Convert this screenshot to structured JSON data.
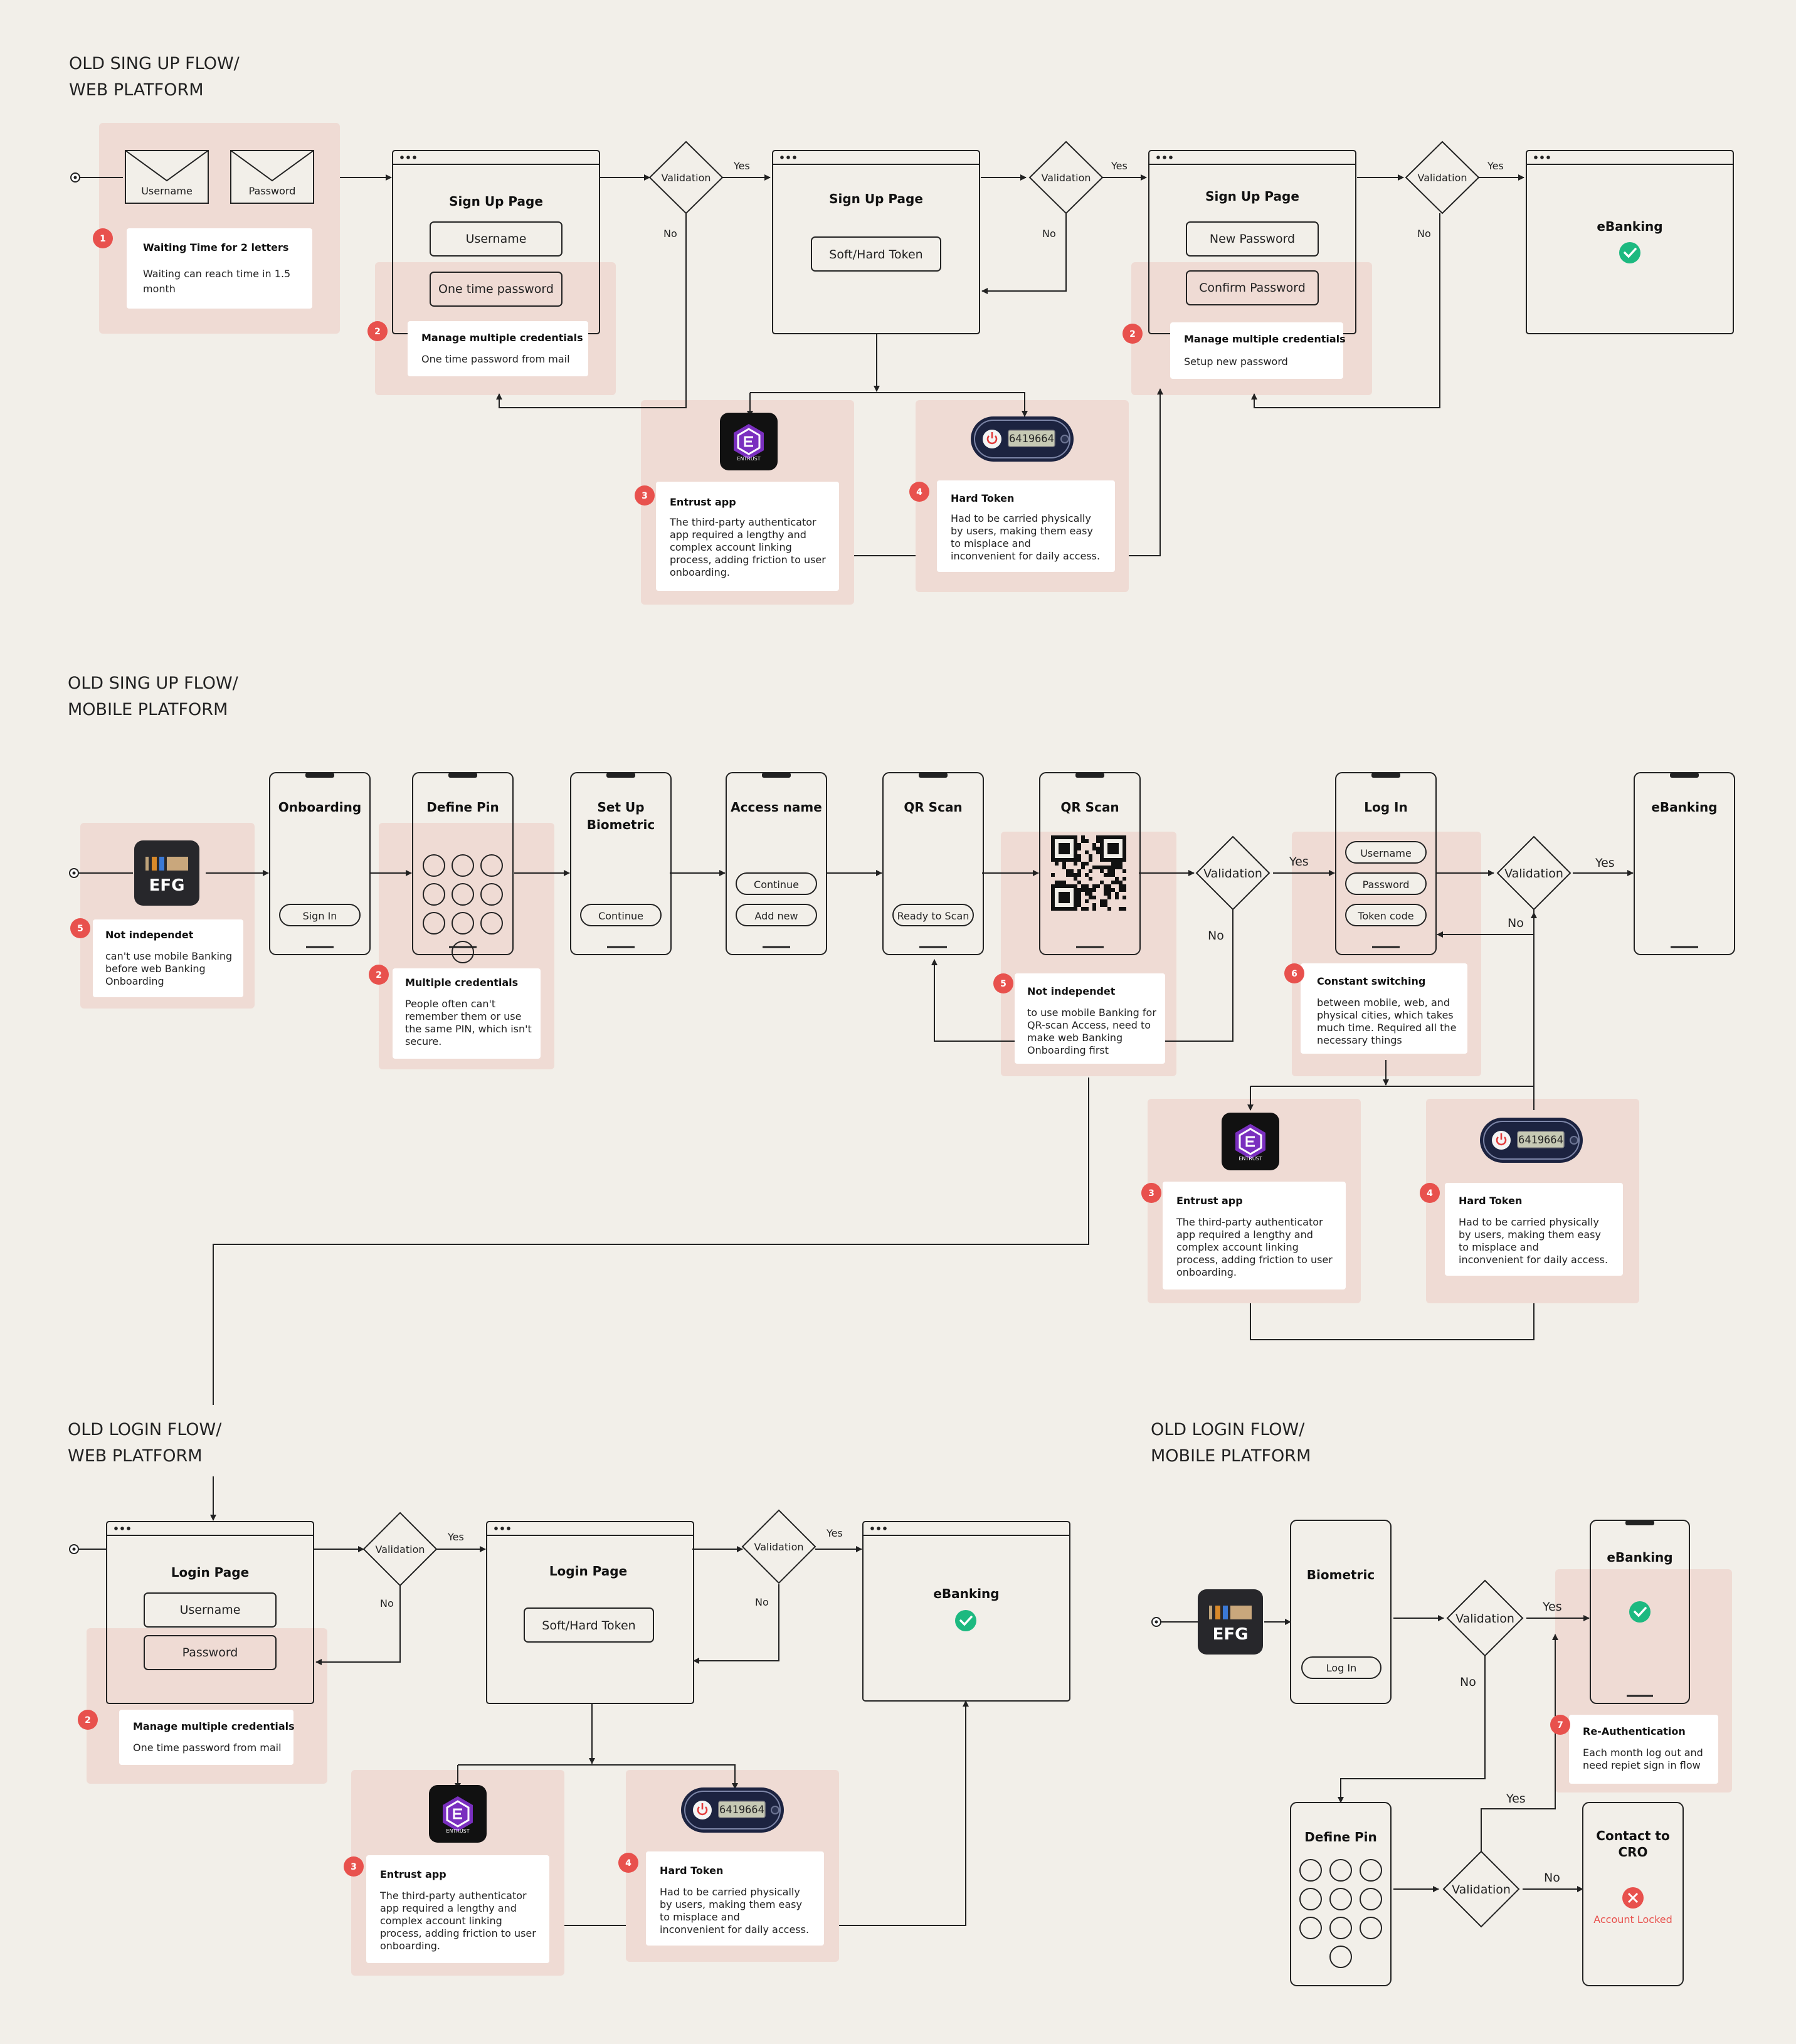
{
  "sections": {
    "web_signup": {
      "line1": "OLD SING UP FLOW/",
      "line2": "WEB PLATFORM"
    },
    "mobile_signup": {
      "line1": "OLD SING UP FLOW/",
      "line2": "MOBILE PLATFORM"
    },
    "web_login": {
      "line1": "OLD LOGIN FLOW/",
      "line2": "WEB PLATFORM"
    },
    "mobile_login": {
      "line1": "OLD LOGIN FLOW/",
      "line2": "MOBILE PLATFORM"
    }
  },
  "web_signup": {
    "envelopes": [
      "Username",
      "Password"
    ],
    "signup1": {
      "title": "Sign Up Page",
      "fields": [
        "Username",
        "One time password"
      ]
    },
    "signup2": {
      "title": "Sign Up Page",
      "fields": [
        "Soft/Hard Token"
      ]
    },
    "signup3": {
      "title": "Sign Up Page",
      "fields": [
        "New Password",
        "Confirm Password"
      ]
    },
    "ebanking": "eBanking",
    "decisions": [
      {
        "label": "Validation",
        "yes": "Yes",
        "no": "No"
      },
      {
        "label": "Validation",
        "yes": "Yes",
        "no": "No"
      },
      {
        "label": "Validation",
        "yes": "Yes",
        "no": "No"
      }
    ]
  },
  "mobile_signup": {
    "phones": [
      {
        "title": "Onboarding",
        "buttons": [
          "Sign In"
        ]
      },
      {
        "title": "Define Pin",
        "buttons": []
      },
      {
        "title": "Set Up Biometric",
        "buttons": [
          "Continue"
        ]
      },
      {
        "title": "Access name",
        "buttons": [
          "Continue",
          "Add new"
        ]
      },
      {
        "title": "QR Scan",
        "buttons": [
          "Ready to Scan"
        ]
      },
      {
        "title": "QR Scan",
        "buttons": []
      },
      {
        "title": "Log In",
        "buttons": [
          "Username",
          "Password",
          "Token code"
        ]
      },
      {
        "title": "eBanking",
        "buttons": []
      }
    ],
    "decisions": [
      {
        "label": "Validation",
        "yes": "Yes",
        "no": "No"
      },
      {
        "label": "Validation",
        "yes": "Yes",
        "no": "No"
      }
    ]
  },
  "web_login": {
    "login1": {
      "title": "Login Page",
      "fields": [
        "Username",
        "Password"
      ]
    },
    "login2": {
      "title": "Login Page",
      "fields": [
        "Soft/Hard Token"
      ]
    },
    "ebanking": "eBanking",
    "decisions": [
      {
        "label": "Validation",
        "yes": "Yes",
        "no": "No"
      },
      {
        "label": "Validation",
        "yes": "Yes",
        "no": "No"
      }
    ]
  },
  "mobile_login": {
    "biometric": {
      "title": "Biometric",
      "button": "Log In"
    },
    "ebanking": "eBanking",
    "define_pin": "Define Pin",
    "contact": {
      "title_line1": "Contact to",
      "title_line2": "CRO",
      "status": "Account Locked"
    },
    "decisions": [
      {
        "label": "Validation",
        "yes": "Yes",
        "no": "No"
      },
      {
        "label": "Validation",
        "yes": "Yes",
        "no": "No"
      }
    ]
  },
  "notes": {
    "waiting": {
      "badge": "1",
      "title": "Waiting Time for 2 letters",
      "body": [
        "Waiting can reach time in 1.5",
        "month"
      ]
    },
    "manage_otp": {
      "badge": "2",
      "title": "Manage multiple credentials",
      "body": [
        "One time password from mail"
      ]
    },
    "manage_newpw": {
      "badge": "2",
      "title": "Manage multiple credentials",
      "body": [
        "Setup new password"
      ]
    },
    "entrust": {
      "badge": "3",
      "title": "Entrust app",
      "body": [
        "The third-party authenticator",
        "app required a lengthy and",
        "complex account linking",
        "process, adding friction to user",
        "onboarding."
      ]
    },
    "hardtoken": {
      "badge": "4",
      "title": "Hard Token",
      "body": [
        "Had to be carried physically",
        "by users, making them easy",
        "to misplace and",
        "inconvenient for daily access."
      ]
    },
    "notindep1": {
      "badge": "5",
      "title": "Not independet",
      "body": [
        "can't use mobile Banking",
        "before web Banking",
        "Onboarding"
      ]
    },
    "multicred": {
      "badge": "2",
      "title": "Multiple credentials",
      "body": [
        "People often can't",
        "remember them or use",
        "the same PIN, which isn't",
        "secure."
      ]
    },
    "notindep2": {
      "badge": "5",
      "title": "Not independet",
      "body": [
        "to use mobile Banking for",
        "QR-scan Access, need to",
        "make web Banking",
        "Onboarding first"
      ]
    },
    "switching": {
      "badge": "6",
      "title": "Constant switching",
      "body": [
        "between mobile, web, and",
        "physical cities, which takes",
        "much time. Required all the",
        "necessary things"
      ]
    },
    "reauth": {
      "badge": "7",
      "title": "Re-Authentication",
      "body": [
        "Each month log out and",
        "need repiet sign in flow"
      ]
    }
  },
  "logos": {
    "efg": "EFG",
    "entrust": "ENTRUST",
    "token_display": "6419664"
  },
  "colors": {
    "background": "#f2efe9",
    "highlight": "#efdbd4",
    "badge": "#e8514d",
    "success": "#1db980",
    "ink": "#222222",
    "efg_tile": "#27272b",
    "token_body": "#1c2340"
  }
}
